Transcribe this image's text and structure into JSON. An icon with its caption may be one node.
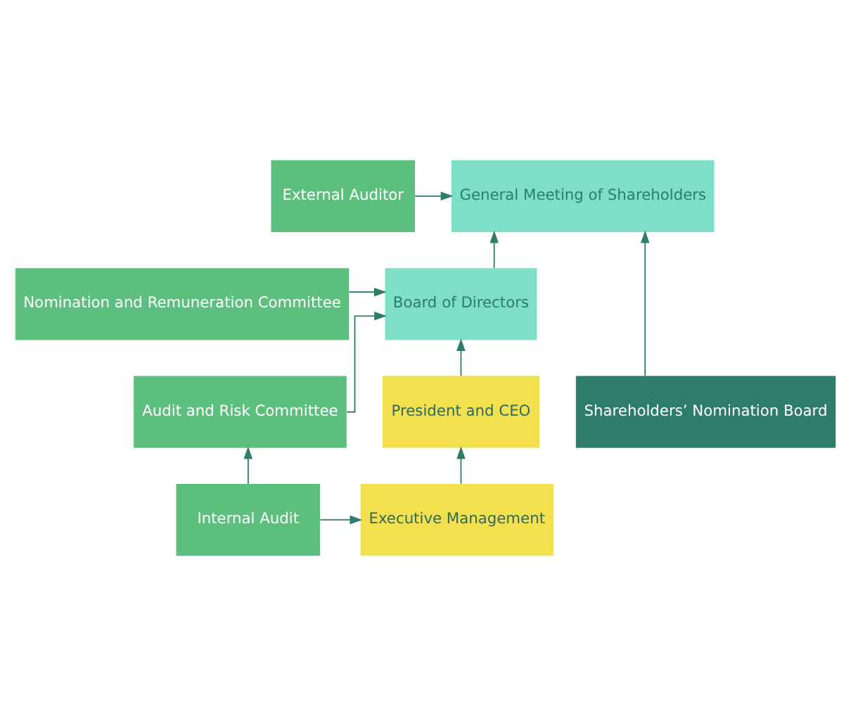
{
  "diagram": {
    "nodes": [
      {
        "text": [
          "General Meeting of Shareholders"
        ]
      },
      {
        "text": [
          "External Auditor"
        ]
      },
      {
        "text": [
          "Board of Directors"
        ]
      },
      {
        "text": [
          "Nomination and Remuneration Committee"
        ]
      },
      {
        "text": [
          "Shareholders’ Nomination Board"
        ]
      },
      {
        "text": [
          "President and CEO"
        ]
      },
      {
        "text": [
          "Audit and Risk Committee"
        ]
      },
      {
        "text": [
          "Executive Management"
        ]
      },
      {
        "text": [
          "Internal Audit"
        ]
      }
    ],
    "edges": [
      {
        "from": 1,
        "to": 0,
        "arrow": "to"
      },
      {
        "from": 2,
        "to": 0,
        "arrow": "to"
      },
      {
        "from": 4,
        "to": 0,
        "arrow": "to"
      },
      {
        "from": 3,
        "to": 2,
        "arrow": "to"
      },
      {
        "from": 6,
        "to": 2,
        "arrow": "to"
      },
      {
        "from": 5,
        "to": 2,
        "arrow": "to"
      },
      {
        "from": 7,
        "to": 5,
        "arrow": "to"
      },
      {
        "from": 8,
        "to": 6,
        "arrow": "to"
      },
      {
        "from": 8,
        "to": 7,
        "arrow": "to"
      }
    ]
  }
}
